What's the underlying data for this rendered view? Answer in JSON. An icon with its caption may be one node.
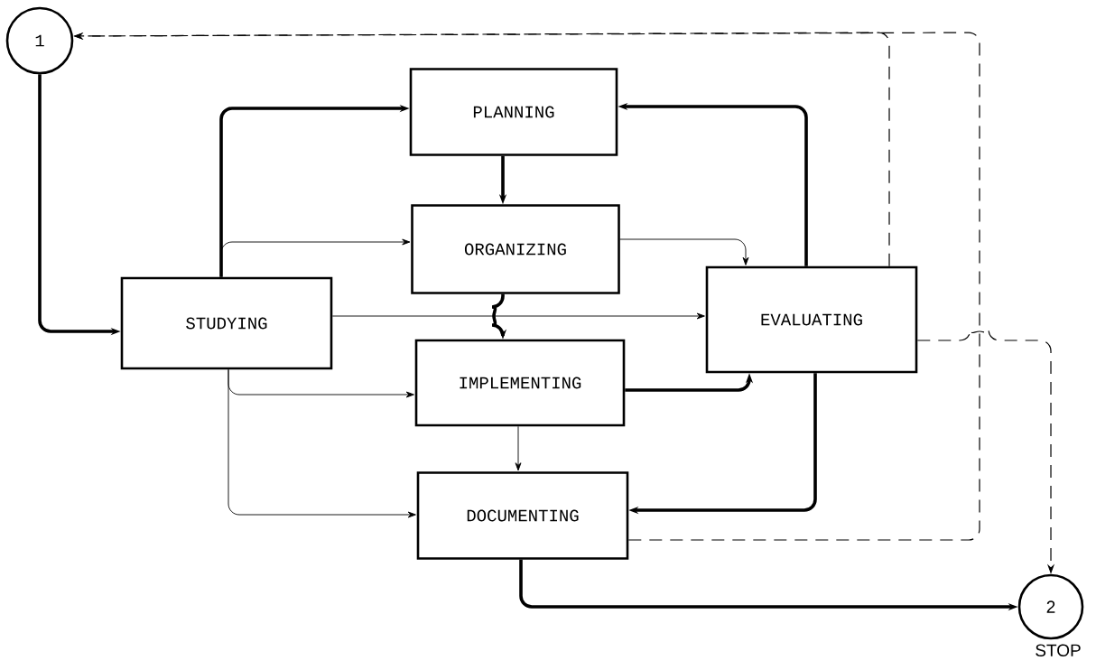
{
  "diagram": {
    "nodes": [
      {
        "text": [
          "1"
        ]
      },
      {
        "text": [
          "STUDYING"
        ]
      },
      {
        "text": [
          "PLANNING"
        ]
      },
      {
        "text": [
          "ORGANIZING"
        ]
      },
      {
        "text": [
          "IMPLEMENTING"
        ]
      },
      {
        "text": [
          "DOCUMENTING"
        ]
      },
      {
        "text": [
          "EVALUATING"
        ]
      },
      {
        "text": [
          "2"
        ],
        "beside": [
          "STOP"
        ]
      }
    ],
    "edges": [
      {
        "from": 0,
        "to": 1,
        "arrow": "to",
        "style": "thick"
      },
      {
        "from": 1,
        "to": 2,
        "arrow": "to",
        "style": "thick"
      },
      {
        "from": 1,
        "to": 3,
        "arrow": "to"
      },
      {
        "from": 1,
        "to": 6,
        "arrow": "to"
      },
      {
        "from": 1,
        "to": 4,
        "arrow": "to"
      },
      {
        "from": 1,
        "to": 5,
        "arrow": "to"
      },
      {
        "from": 2,
        "to": 3,
        "arrow": "to",
        "style": "thick"
      },
      {
        "from": 3,
        "to": 4,
        "arrow": "to",
        "style": "thick"
      },
      {
        "from": 3,
        "to": 6,
        "arrow": "to"
      },
      {
        "from": 4,
        "to": 6,
        "arrow": "to",
        "style": "thick"
      },
      {
        "from": 4,
        "to": 5,
        "arrow": "to"
      },
      {
        "from": 6,
        "to": 2,
        "arrow": "to",
        "style": "thick"
      },
      {
        "from": 6,
        "to": 5,
        "arrow": "to",
        "style": "thick"
      },
      {
        "from": 6,
        "to": 0,
        "arrow": "to",
        "style": "dashed"
      },
      {
        "from": 5,
        "to": 0,
        "arrow": "to",
        "style": "dashed"
      },
      {
        "from": 6,
        "to": 7,
        "arrow": "to",
        "style": "dashed"
      },
      {
        "from": 5,
        "to": 7,
        "arrow": "to",
        "style": "thick"
      }
    ]
  }
}
